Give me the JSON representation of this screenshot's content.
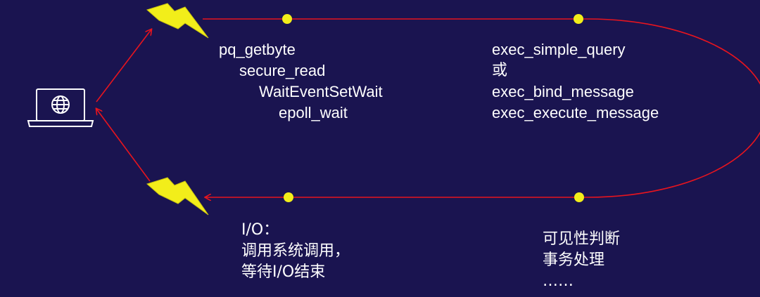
{
  "colors": {
    "background": "#1a1450",
    "loop_line": "#e8141e",
    "node_dot": "#f2ee1a",
    "lightning": "#f2ee1a",
    "text": "#ffffff"
  },
  "client": {
    "icon": "laptop-globe-icon"
  },
  "read_stack": {
    "lines": [
      "pq_getbyte",
      "secure_read",
      "WaitEventSetWait",
      "epoll_wait"
    ]
  },
  "exec_stack": {
    "lines": [
      "exec_simple_query",
      "或",
      "exec_bind_message",
      "exec_execute_message"
    ]
  },
  "io_note": {
    "lines": [
      "I/O：",
      "调用系统调用，",
      "等待I/O结束"
    ]
  },
  "processing_note": {
    "lines": [
      "可见性判断",
      "事务处理",
      "……"
    ]
  }
}
